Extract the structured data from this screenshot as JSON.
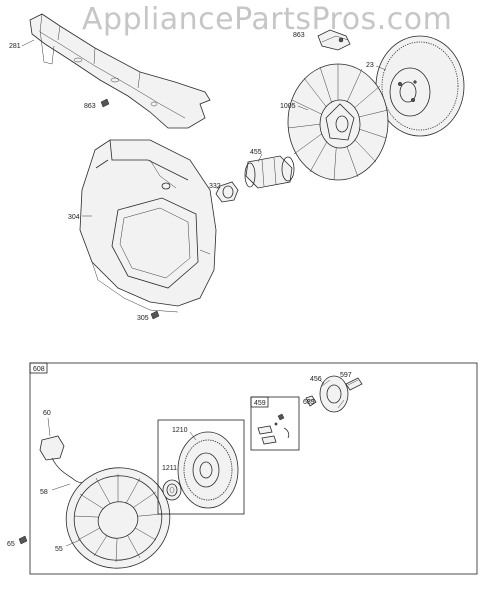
{
  "watermark": "AppliancePartsPros.com",
  "callouts": {
    "p281": "281",
    "p863a": "863",
    "p863b": "863",
    "p23": "23",
    "p1005": "1005",
    "p455": "455",
    "p332": "332",
    "p304": "304",
    "p305": "305",
    "p608": "608",
    "p60": "60",
    "p58": "58",
    "p55": "55",
    "p65": "65",
    "p1210": "1210",
    "p1211": "1211",
    "p459": "459",
    "p456": "456",
    "p597": "597",
    "p689": "689"
  }
}
